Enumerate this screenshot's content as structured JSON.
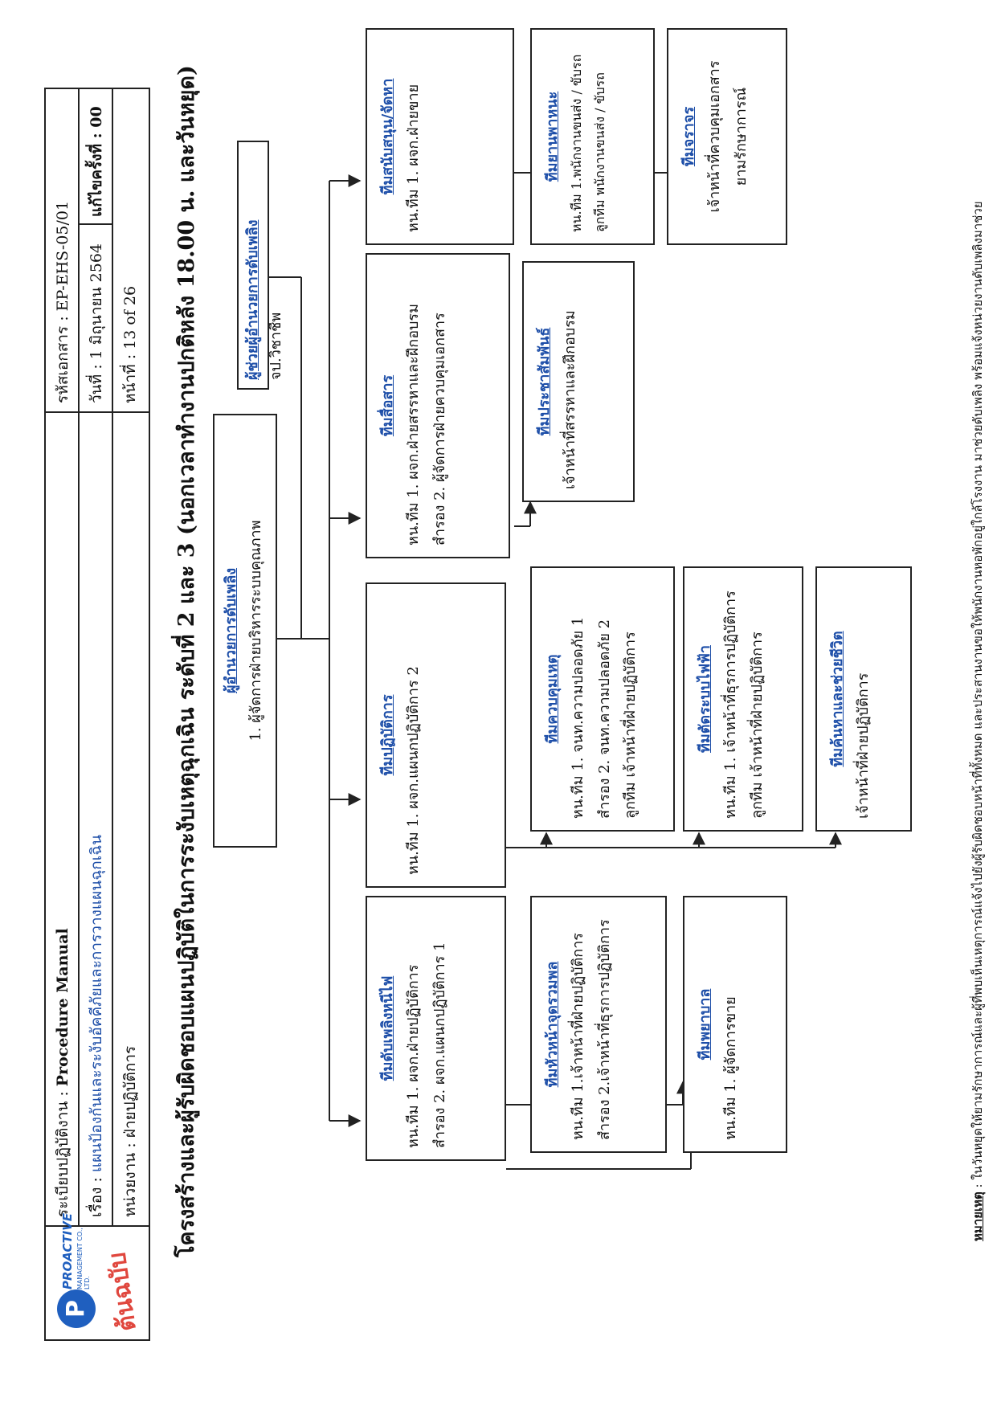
{
  "header": {
    "row1_label": "ระเบียบปฏิบัติงาน : ",
    "row1_value": "Procedure Manual",
    "row2_label": "เรื่อง : ",
    "row2_value": "แผนป้องกันและระงับอัคคีภัยและการวางแผนฉุกเฉิน",
    "row3": "หน่วยงาน  : ฝ่ายปฏิบัติการ",
    "doc_code": "รหัสเอกสาร : EP-EHS-05/01",
    "date": "วันที่ : 1 มิถุนายน 2564",
    "revision": "แก้ไขครั้งที่ : 00",
    "page": "หน้าที่  :  13 of 26"
  },
  "logo": {
    "brand": "PROACTIVE",
    "sub": "MANAGEMENT CO., LTD.",
    "stamp": "ต้นฉบับ"
  },
  "title": "โครงสร้างและผู้รับผิดชอบแผนปฏิบัติในการระงับเหตุฉุกเฉิน  ระดับที่ 2 และ 3 (นอกเวลาทำงานปกติหลัง 18.00 น. และวันหยุด)",
  "director": {
    "title": "ผู้อำนวยการดับเพลิง",
    "lines": [
      "1. ผู้จัดการฝ่ายบริหารระบบคุณภาพ"
    ]
  },
  "assistant": {
    "title": "ผู้ช่วยผู้อำนวยการดับเพลิง",
    "line": "จป.วิชาชีพ"
  },
  "teams": {
    "firefight": {
      "title": "ทีมดับเพลิงหนีไฟ",
      "lines": [
        "หน.ทีม  1. ผจก.ฝ่ายปฏิบัติการ",
        "สำรอง  2. ผจก.แผนกปฏิบัติการ 1"
      ]
    },
    "assembly": {
      "title": "ทีมหัวหน้าจุดรวมพล",
      "lines": [
        "หน.ทีม  1.เจ้าหน้าที่ฝ่ายปฏิบัติการ",
        "สำรอง  2.เจ้าหน้าที่ธุรการปฏิบัติการ"
      ]
    },
    "nurse": {
      "title": "ทีมพยาบาล",
      "lines": [
        "หน.ทีม  1. ผู้จัดการขาย"
      ]
    },
    "operation": {
      "title": "ทีมปฏิบัติการ",
      "lines": [
        "หน.ทีม  1. ผจก.แผนกปฏิบัติการ 2"
      ]
    },
    "control": {
      "title": "ทีมควบคุมเหตุ",
      "lines": [
        "หน.ทีม  1. จนท.ความปลอดภัย 1",
        "สำรอง  2. จนท.ความปลอดภัย 2",
        "ลูกทีม เจ้าหน้าที่ฝ่ายปฏิบัติการ"
      ]
    },
    "power": {
      "title": "ทีมตัดระบบไฟฟ้า",
      "lines": [
        "หน.ทีม  1. เจ้าหน้าที่ธุรการปฏิบัติการ",
        "ลูกทีม เจ้าหน้าที่ฝ่ายปฏิบัติการ"
      ]
    },
    "rescue": {
      "title": "ทีมค้นหาและช่วยชีวิต",
      "lines": [
        "เจ้าหน้าที่ฝ่ายปฏิบัติการ"
      ]
    },
    "comm": {
      "title": "ทีมสื่อสาร",
      "lines": [
        "หน.ทีม  1. ผจก.ฝ่ายสรรหาและฝึกอบรม",
        "สำรอง  2. ผู้จัดการฝ่ายควบคุมเอกสาร"
      ]
    },
    "pr": {
      "title": "ทีมประชาสัมพันธ์",
      "lines": [
        "เจ้าหน้าที่สรรหาและฝึกอบรม"
      ]
    },
    "support": {
      "title": "ทีมสนับสนุน/จัดหา",
      "lines": [
        "หน.ทีม  1. ผจก.ฝ่ายขาย"
      ]
    },
    "vehicle": {
      "title": "ทีมยานพาหนะ",
      "lines": [
        "หน.ทีม  1.พนักงานขนส่ง / ขับรถ",
        "ลูกทีม  พนักงานขนส่ง / ขับรถ"
      ]
    },
    "traffic": {
      "title": "ทีมจราจร",
      "lines": [
        "เจ้าหน้าที่ควบคุมเอกสาร",
        "ยามรักษาการณ์"
      ]
    }
  },
  "note": {
    "label": "หมายเหตุ",
    "text": " : ในวันหยุดให้ยามรักษาการณ์และผู้ที่พบเห็นเหตุการณ์แจ้งไปยังผู้รับผิดชอบหน้าที่ทั้งหมด และประสานงานขอให้พนักงานหอพักอยู่ใกล้โรงงาน มาช่วยดับเพลิง พร้อมแจ้งหน่วยงานดับเพลิงมาช่วย"
  }
}
